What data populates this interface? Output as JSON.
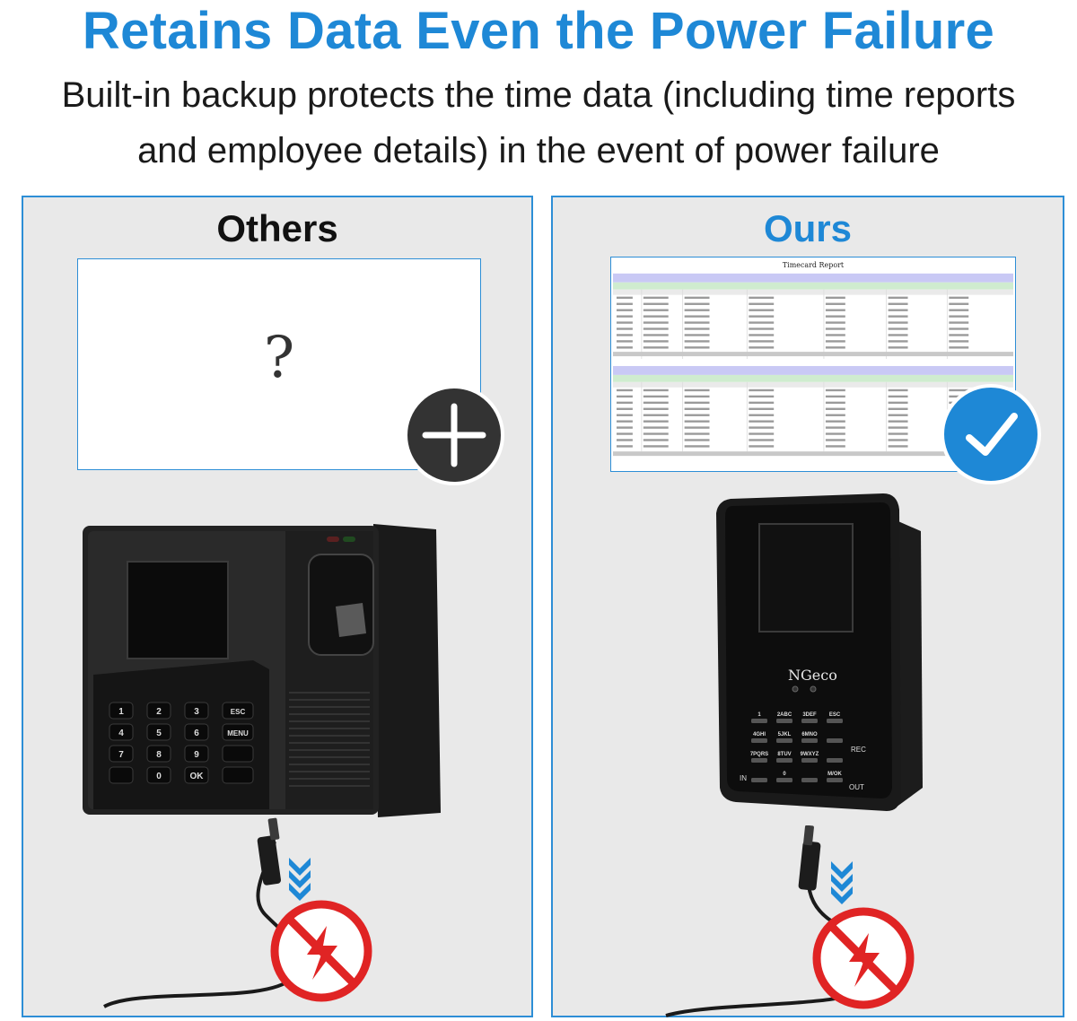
{
  "header": {
    "title": "Retains Data Even the Power Failure",
    "subtitle_line1": "Built-in backup protects the time data (including time reports",
    "subtitle_line2": "and employee details) in the event of power failure"
  },
  "panels": {
    "others": {
      "title": "Others",
      "unknown_mark": "?",
      "badge_icon": "cross-icon",
      "keypad": [
        "1",
        "2",
        "3",
        "ESC",
        "4",
        "5",
        "6",
        "MENU",
        "7",
        "8",
        "9",
        "",
        "",
        "0",
        "OK",
        ""
      ]
    },
    "ours": {
      "title": "Ours",
      "badge_icon": "check-icon",
      "brand": "NGeco",
      "report_title": "Timecard Report",
      "keypad": [
        "1",
        "2ABC",
        "3DEF",
        "ESC",
        "4GHI",
        "5JKL",
        "6MNO",
        "",
        "7PQRS",
        "8TUV",
        "9WXYZ",
        "",
        "",
        "0",
        "",
        "M/OK"
      ],
      "key_labels": {
        "rec": "REC",
        "in": "IN",
        "out": "OUT"
      }
    }
  },
  "colors": {
    "accent": "#1e88d6",
    "panel_bg": "#e9e9e9",
    "panel_border": "#2d8ed6",
    "cross_badge": "#333333",
    "check_badge": "#1e88d6",
    "no_power_red": "#e02424"
  }
}
